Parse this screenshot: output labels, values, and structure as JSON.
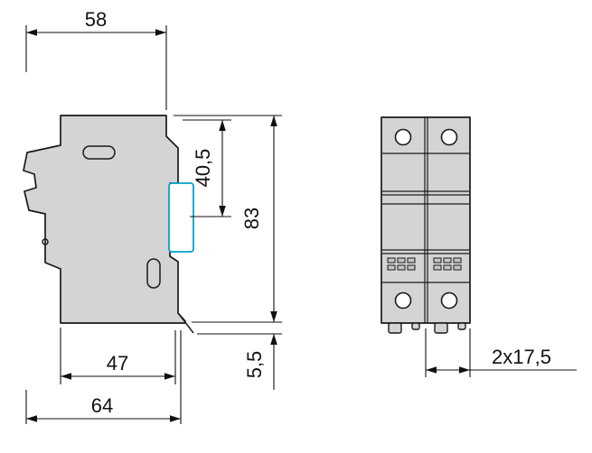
{
  "page": {
    "background": "#ffffff",
    "type": "technical-dimension-drawing"
  },
  "colors": {
    "accent": "#00a3c8",
    "line": "#1a1a1a",
    "body_fill": "#d4d4d4"
  },
  "views": {
    "side_view": {
      "label": "side-profile-with-din-clip-and-rail"
    },
    "front_view": {
      "label": "two-module-front-face"
    }
  },
  "dimensions": {
    "top_width": "58",
    "rail_center_height": "40,5",
    "overall_height": "83",
    "body_width": "47",
    "rail_offset": "5,5",
    "overall_width": "64",
    "module_width": "2x17,5"
  }
}
